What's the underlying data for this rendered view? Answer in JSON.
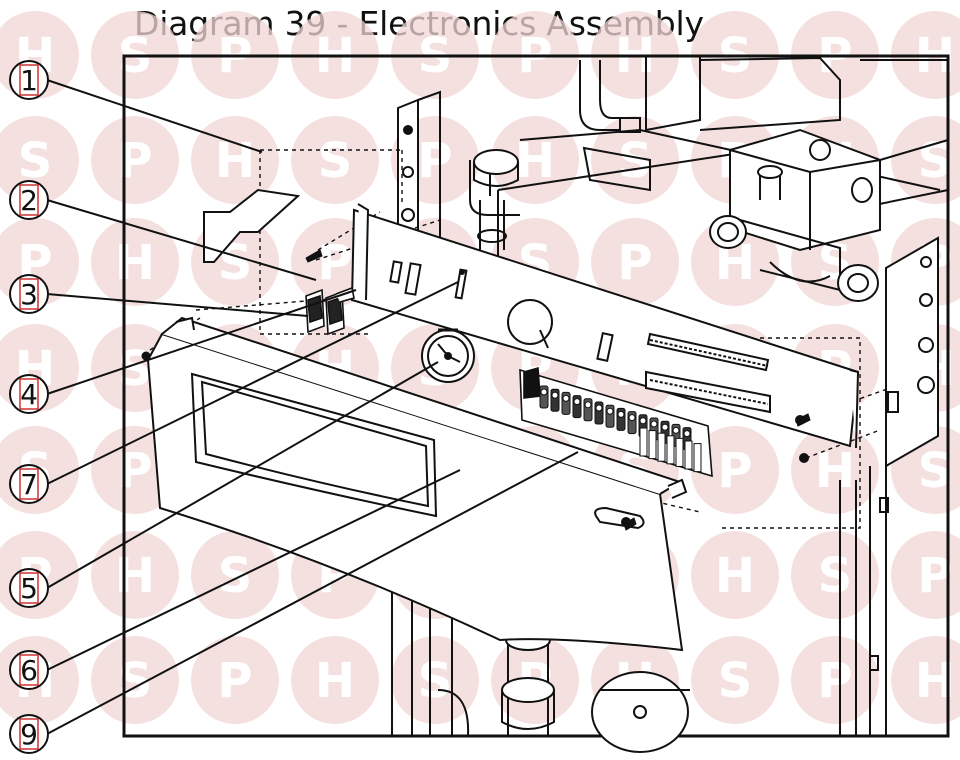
{
  "title": "Diagram 39 - Electronics Assembly",
  "watermark": {
    "letters": [
      "H",
      "S",
      "P"
    ],
    "color": "#f1d6d6"
  },
  "callouts": [
    {
      "number": "1"
    },
    {
      "number": "2"
    },
    {
      "number": "3"
    },
    {
      "number": "4"
    },
    {
      "number": "7"
    },
    {
      "number": "5"
    },
    {
      "number": "6"
    },
    {
      "number": "9"
    }
  ],
  "colors": {
    "line": "#111111",
    "callout_box": "#cc2222"
  }
}
